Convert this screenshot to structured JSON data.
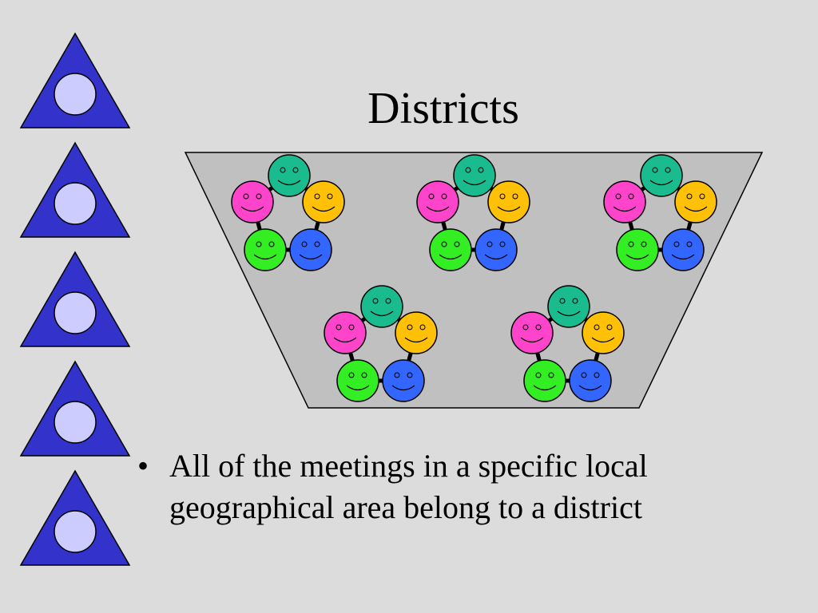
{
  "slide": {
    "title": "Districts",
    "bullets": [
      {
        "symbol": "•",
        "text": "All of the meetings in a specific local geographical area belong to a district"
      }
    ]
  },
  "logo": {
    "icon": "circle-in-triangle-icon",
    "count": 5,
    "triangle_color": "#3333cc",
    "circle_color": "#ccccff"
  },
  "district_figure": {
    "icon": "district-trapezoid",
    "fill_color": "#c0c0c0",
    "group_count": 5,
    "faces_per_group": 5,
    "face_icon": "smiley-face-icon",
    "face_colors": [
      "#1abc8f",
      "#ffc107",
      "#3366ff",
      "#33ee22",
      "#ff44cc"
    ]
  }
}
